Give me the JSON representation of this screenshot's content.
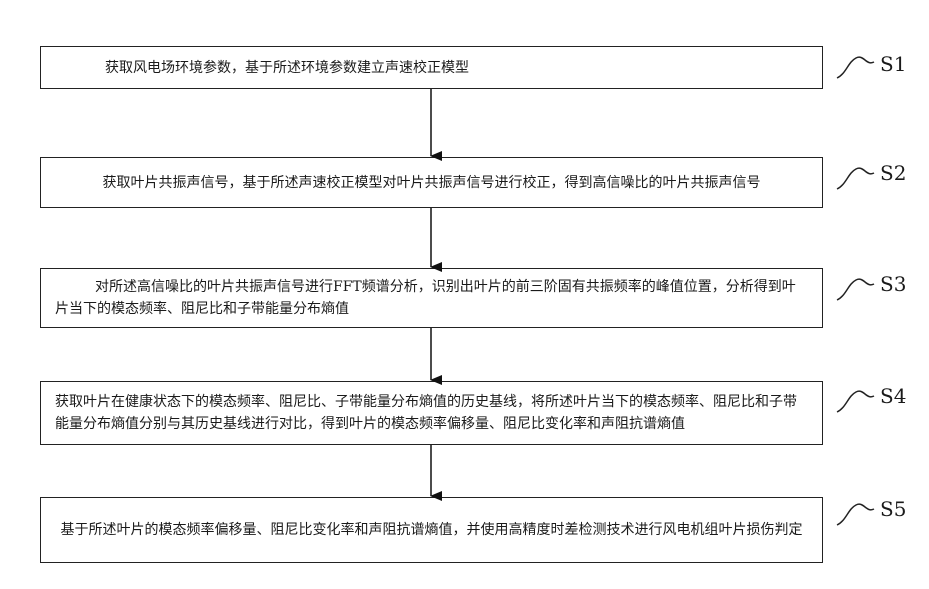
{
  "steps": [
    {
      "id": "S1",
      "text": "获取风电场环境参数，基于所述环境参数建立声速校正模型"
    },
    {
      "id": "S2",
      "text": "获取叶片共振声信号，基于所述声速校正模型对叶片共振声信号进行校正，得到高信噪比的叶片共振声信号"
    },
    {
      "id": "S3",
      "text": "对所述高信噪比的叶片共振声信号进行FFT频谱分析，识别出叶片的前三阶固有共振频率的峰值位置，分析得到叶片当下的模态频率、阻尼比和子带能量分布熵值"
    },
    {
      "id": "S4",
      "text": "获取叶片在健康状态下的模态频率、阻尼比、子带能量分布熵值的历史基线，将所述叶片当下的模态频率、阻尼比和子带能量分布熵值分别与其历史基线进行对比，得到叶片的模态频率偏移量、阻尼比变化率和声阻抗谱熵值"
    },
    {
      "id": "S5",
      "text": "基于所述叶片的模态频率偏移量、阻尼比变化率和声阻抗谱熵值，并使用高精度时差检测技术进行风电机组叶片损伤判定"
    }
  ]
}
